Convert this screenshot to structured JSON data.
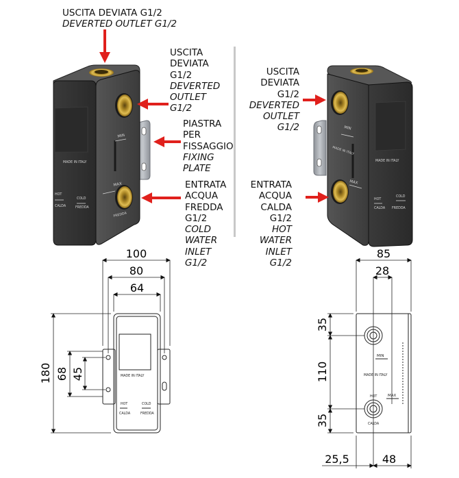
{
  "top_label": {
    "it": "USCITA DEVIATA G1/2",
    "en": "DEVERTED OUTLET G1/2"
  },
  "left_outlet": {
    "lines": [
      "USCITA",
      "DEVIATA",
      "G1/2"
    ],
    "italic": [
      "DEVERTED",
      "OUTLET",
      "G1/2"
    ]
  },
  "plate": {
    "lines": [
      "PIASTRA",
      "PER",
      "FISSAGGIO"
    ],
    "italic": [
      "FIXING",
      "PLATE"
    ]
  },
  "cold_inlet": {
    "lines": [
      "ENTRATA",
      "ACQUA",
      "FREDDA",
      "G1/2"
    ],
    "italic": [
      "COLD",
      "WATER",
      "INLET",
      "G1/2"
    ]
  },
  "right_outlet": {
    "lines": [
      "USCITA",
      "DEVIATA",
      "G1/2"
    ],
    "italic": [
      "DEVERTED",
      "OUTLET",
      "G1/2"
    ]
  },
  "hot_inlet": {
    "lines": [
      "ENTRATA",
      "ACQUA",
      "CALDA",
      "G1/2"
    ],
    "italic": [
      "HOT",
      "WATER",
      "INLET",
      "G1/2"
    ]
  },
  "body_text": {
    "made_in_italy": "MADE IN ITALY",
    "min": "MIN",
    "max": "MAX",
    "hot": "HOT",
    "calda": "CALDA",
    "cold": "COLD",
    "fredda": "FREDDA"
  },
  "dims_front": {
    "w100": "100",
    "w80": "80",
    "w64": "64",
    "h180": "180",
    "h68": "68",
    "h45": "45"
  },
  "dims_side": {
    "w85": "85",
    "w28": "28",
    "h35a": "35",
    "h110": "110",
    "h35b": "35",
    "w25": "25,5",
    "w48": "48"
  },
  "colors": {
    "arrow": "#e0201c",
    "body_top": "#4a4a4a",
    "body_side": "#2c2c2c",
    "brass": "#c8a23a",
    "plate": "#a9adb3"
  }
}
